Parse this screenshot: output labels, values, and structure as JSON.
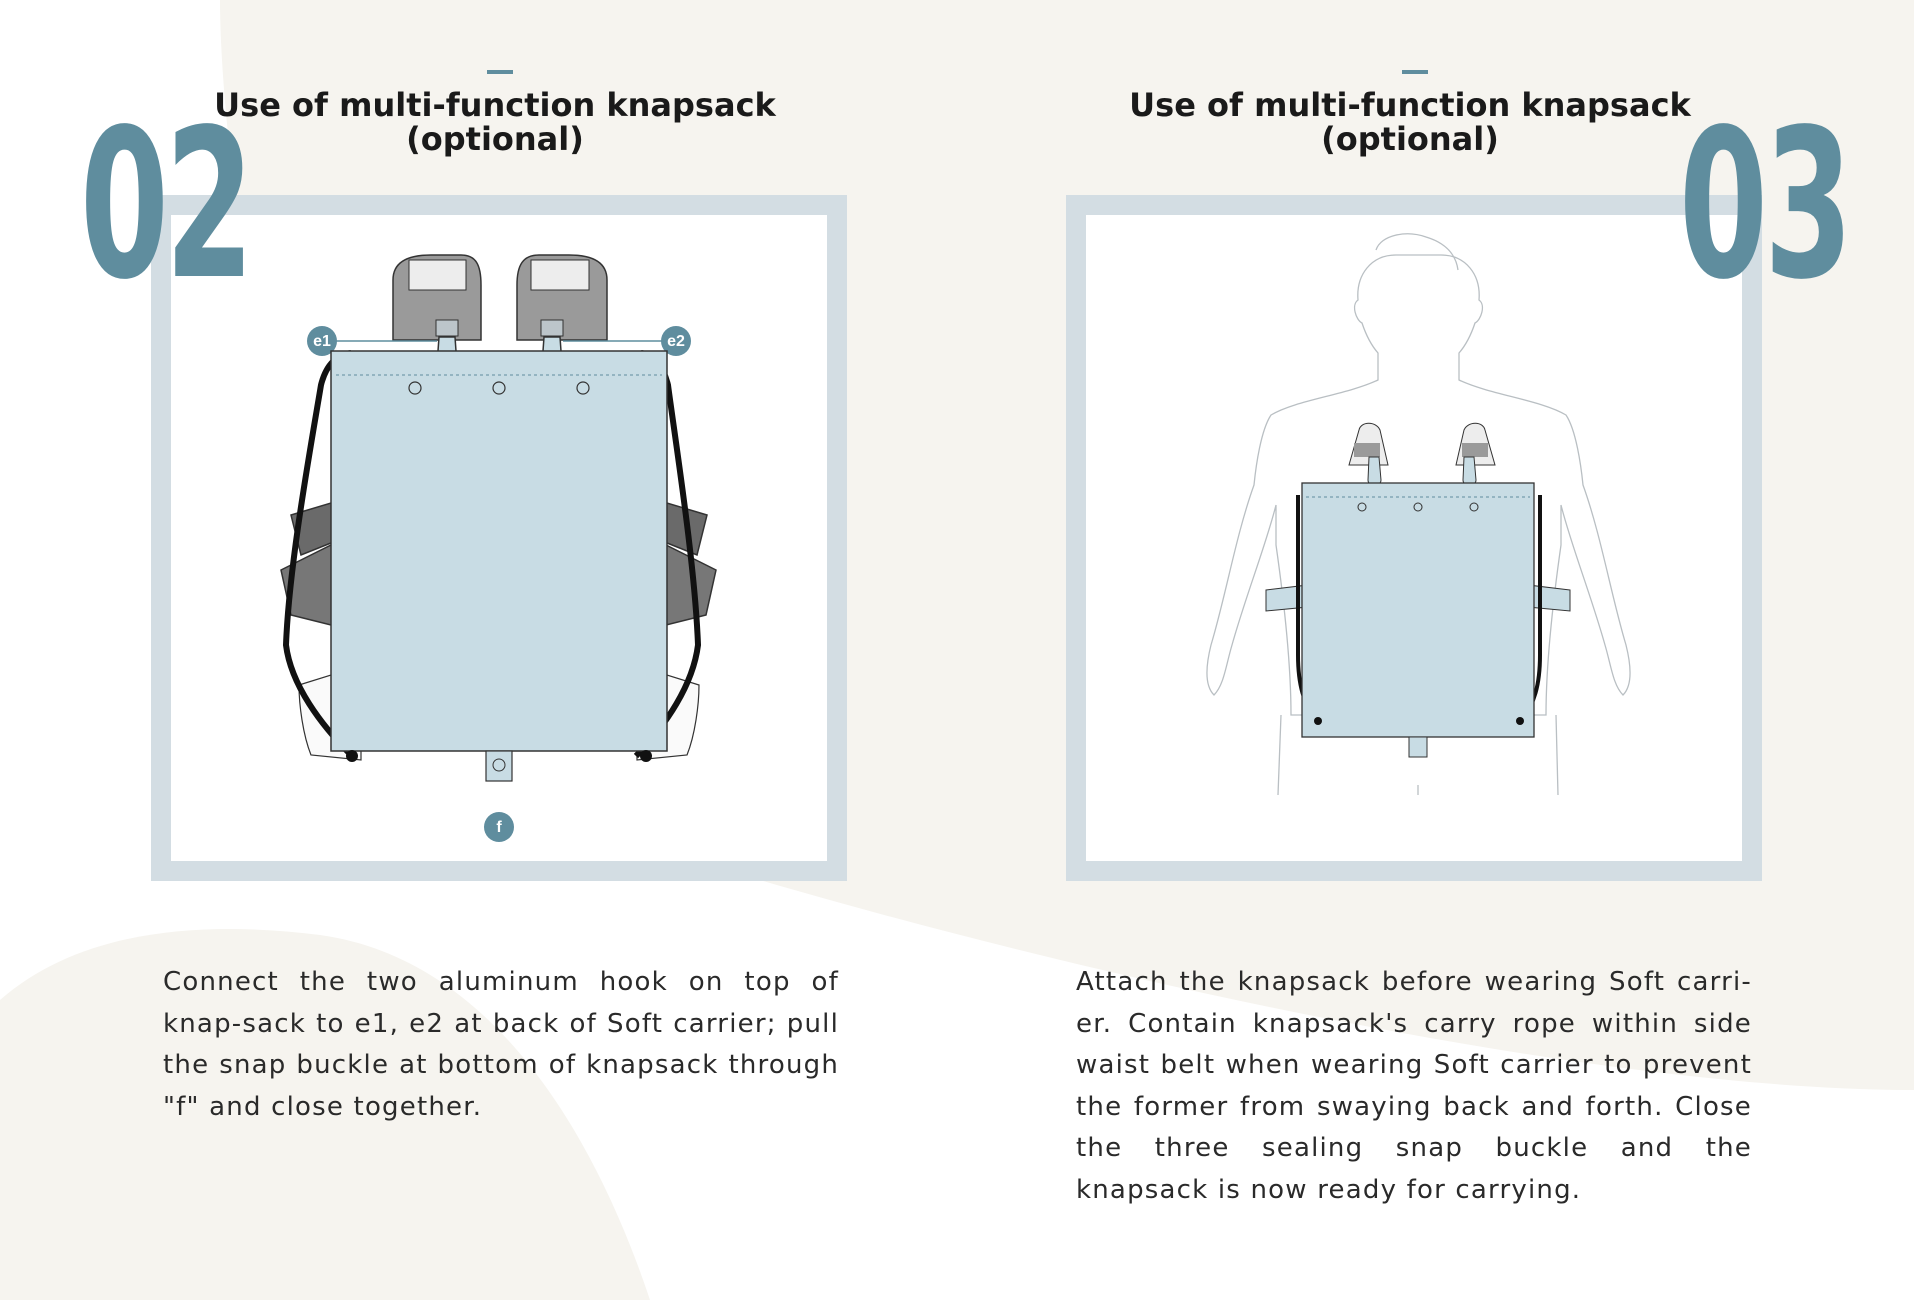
{
  "sections": [
    {
      "step_number": "02",
      "title_line1": "Use of multi-function knapsack",
      "title_line2": "(optional)",
      "description": "Connect the two aluminum hook on top of knap-sack to e1, e2 at back of Soft carrier; pull the snap buckle at bottom of knapsack through \"f\" and close together.",
      "callouts": {
        "e1": "e1",
        "e2": "e2",
        "f": "f"
      }
    },
    {
      "step_number": "03",
      "title_line1": "Use of multi-function knapsack",
      "title_line2": "(optional)",
      "description": "Attach the knapsack before wearing Soft carri-er. Contain knapsack's carry rope within side waist belt when wearing Soft carrier to prevent the former from swaying back and forth. Close the three sealing snap buckle and the knapsack is now ready for carrying."
    }
  ],
  "colors": {
    "accent": "#5f8d9e",
    "frame": "#d3dde3",
    "background": "#f6f4ef",
    "knapsack": "#c8dce4"
  },
  "icons": [
    "carrier-knapsack-illustration",
    "person-wearing-knapsack-illustration"
  ]
}
